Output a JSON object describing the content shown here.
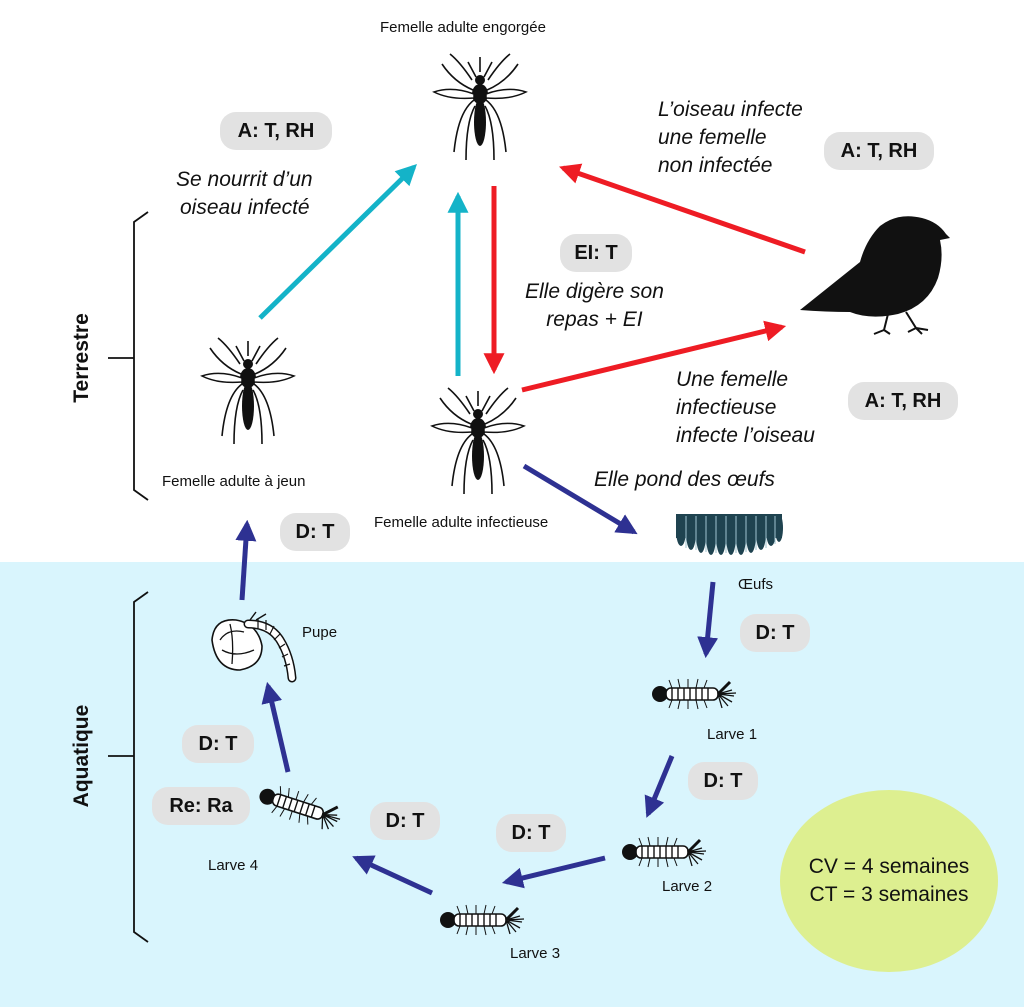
{
  "zones": {
    "terrestrial": "Terrestre",
    "aquatic": "Aquatique"
  },
  "stages": {
    "engorged": "Femelle adulte engorgée",
    "fasting": "Femelle adulte à jeun",
    "infectious": "Femelle adulte infectieuse",
    "eggs": "Œufs",
    "pupa": "Pupe",
    "larva1": "Larve 1",
    "larva2": "Larve 2",
    "larva3": "Larve 3",
    "larva4": "Larve 4"
  },
  "notes": {
    "feeds_l1": "Se nourrit d’un",
    "feeds_l2": "oiseau infecté",
    "bird_infects_l1": "L’oiseau infecte",
    "bird_infects_l2": "une femelle",
    "bird_infects_l3": "non infectée",
    "digests_l1": "Elle digère son",
    "digests_l2": "repas + EI",
    "female_infects_l1": "Une femelle",
    "female_infects_l2": "infectieuse",
    "female_infects_l3": "infecte l’oiseau",
    "lays_eggs": "Elle pond des œufs"
  },
  "tags": {
    "feed": "A: T, RH",
    "bird_to_female": "A: T, RH",
    "digest": "EI: T",
    "female_to_bird": "A: T, RH",
    "pupa_to_adult": "D: T",
    "eggs_to_l1": "D: T",
    "l1_to_l2": "D: T",
    "l2_to_l3": "D: T",
    "l3_to_l4": "D: T",
    "l4_to_pupa": "D: T",
    "l4_resource": "Re: Ra"
  },
  "cycle_times": {
    "cv": "CV = 4 semaines",
    "ct": "CT = 3 semaines"
  },
  "colors": {
    "cyan_arrow": "#14b3c8",
    "red_arrow": "#ee1c24",
    "navy_arrow": "#2e3192",
    "aquatic_bg": "#d9f5fd",
    "tag_bg": "#e2e2e2",
    "ellipse_bg": "#ddef90"
  }
}
